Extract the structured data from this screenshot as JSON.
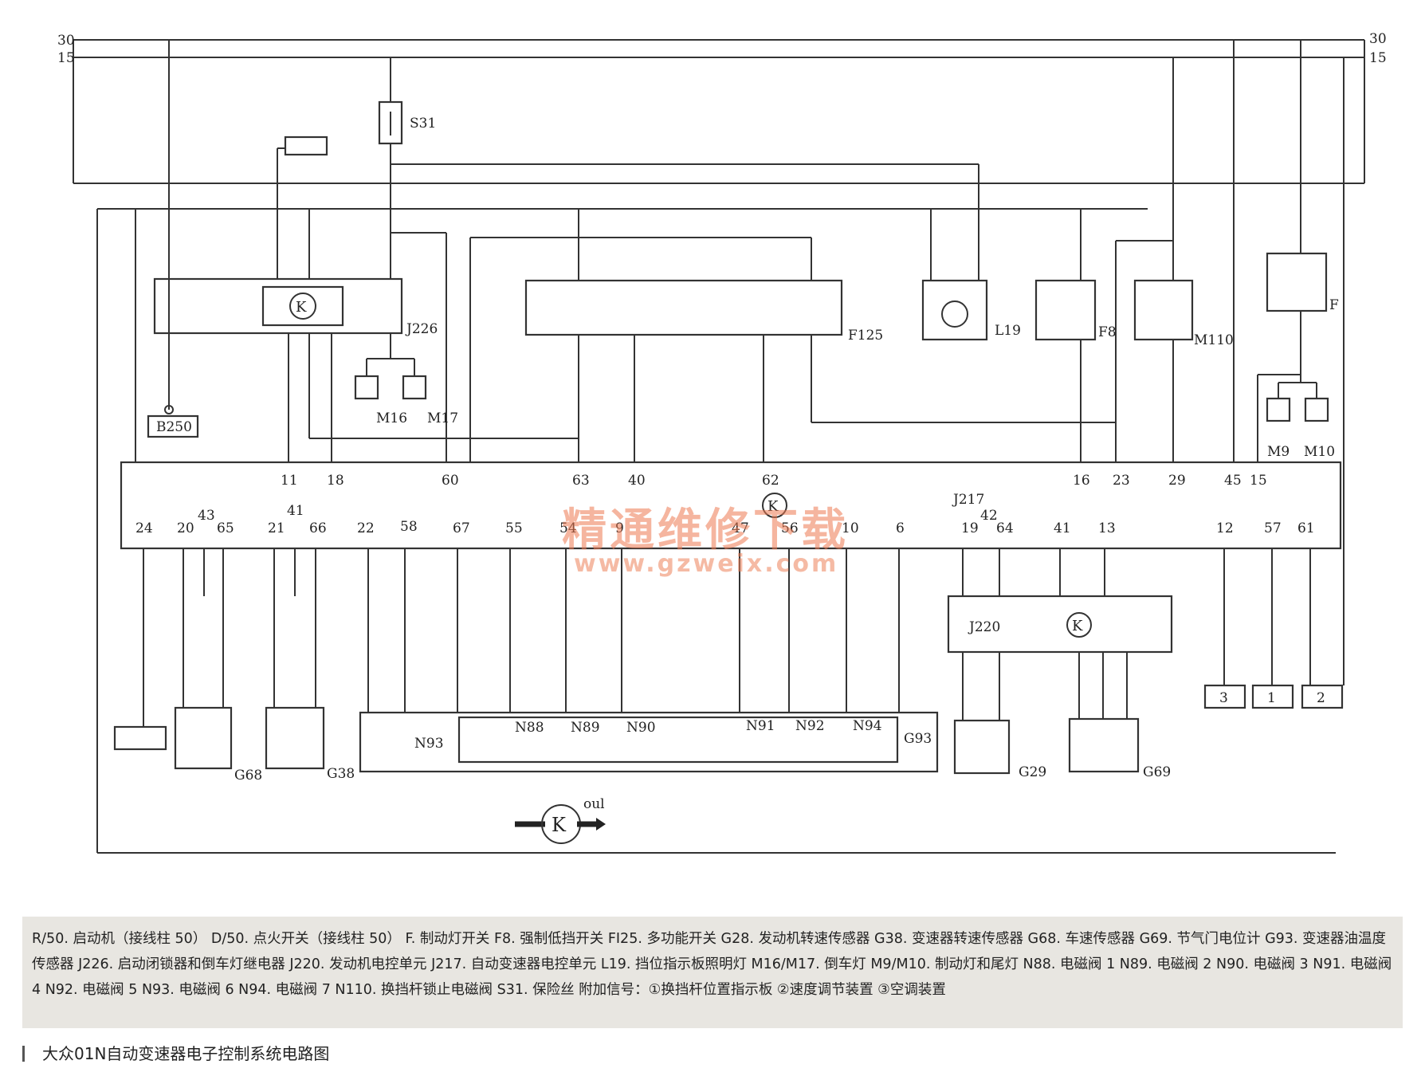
{
  "rails": {
    "t30": "30",
    "t15": "15"
  },
  "components": {
    "S31": "S31",
    "J226": "J226",
    "F125": "F125",
    "L19": "L19",
    "F8": "F8",
    "M110": "M110",
    "F": "F",
    "B250": "B250",
    "M16": "M16",
    "M17": "M17",
    "M9": "M9",
    "M10": "M10",
    "J217": "J217",
    "J220": "J220",
    "G68": "G68",
    "G38": "G38",
    "N93": "N93",
    "N88": "N88",
    "N89": "N89",
    "N90": "N90",
    "N91": "N91",
    "N92": "N92",
    "N94": "N94",
    "G93": "G93",
    "G29": "G29",
    "G69": "G69",
    "out": "oul"
  },
  "pins_top": [
    "11",
    "18",
    "60",
    "63",
    "40",
    "62",
    "16",
    "23",
    "29",
    "45",
    "15"
  ],
  "pins_bottom": [
    "24",
    "20",
    "43",
    "65",
    "21",
    "41",
    "66",
    "22",
    "58",
    "67",
    "55",
    "54",
    "9",
    "47",
    "56",
    "10",
    "6",
    "19",
    "42",
    "64",
    "41",
    "13",
    "12",
    "57",
    "61"
  ],
  "signals": {
    "s3": "3",
    "s1": "1",
    "s2": "2"
  },
  "watermark": {
    "cn": "精通维修下载",
    "url": "www.gzweix.com"
  },
  "legend": "R/50. 启动机（接线柱 50） D/50. 点火开关（接线柱 50） F. 制动灯开关 F8. 强制低挡开关 FI25. 多功能开关 G28. 发动机转速传感器 G38. 变速器转速传感器 G68. 车速传感器 G69. 节气门电位计 G93. 变速器油温度传感器 J226. 启动闭锁器和倒车灯继电器 J220. 发动机电控单元 J217. 自动变速器电控单元 L19. 挡位指示板照明灯 M16/M17. 倒车灯 M9/M10. 制动灯和尾灯 N88. 电磁阀 1 N89. 电磁阀 2 N90. 电磁阀 3 N91. 电磁阀 4 N92. 电磁阀 5 N93. 电磁阀 6 N94. 电磁阀 7 N110. 换挡杆锁止电磁阀 S31. 保险丝 附加信号：①换挡杆位置指示板 ②速度调节装置 ③空调装置",
  "caption": "大众01N自动变速器电子控制系统电路图"
}
